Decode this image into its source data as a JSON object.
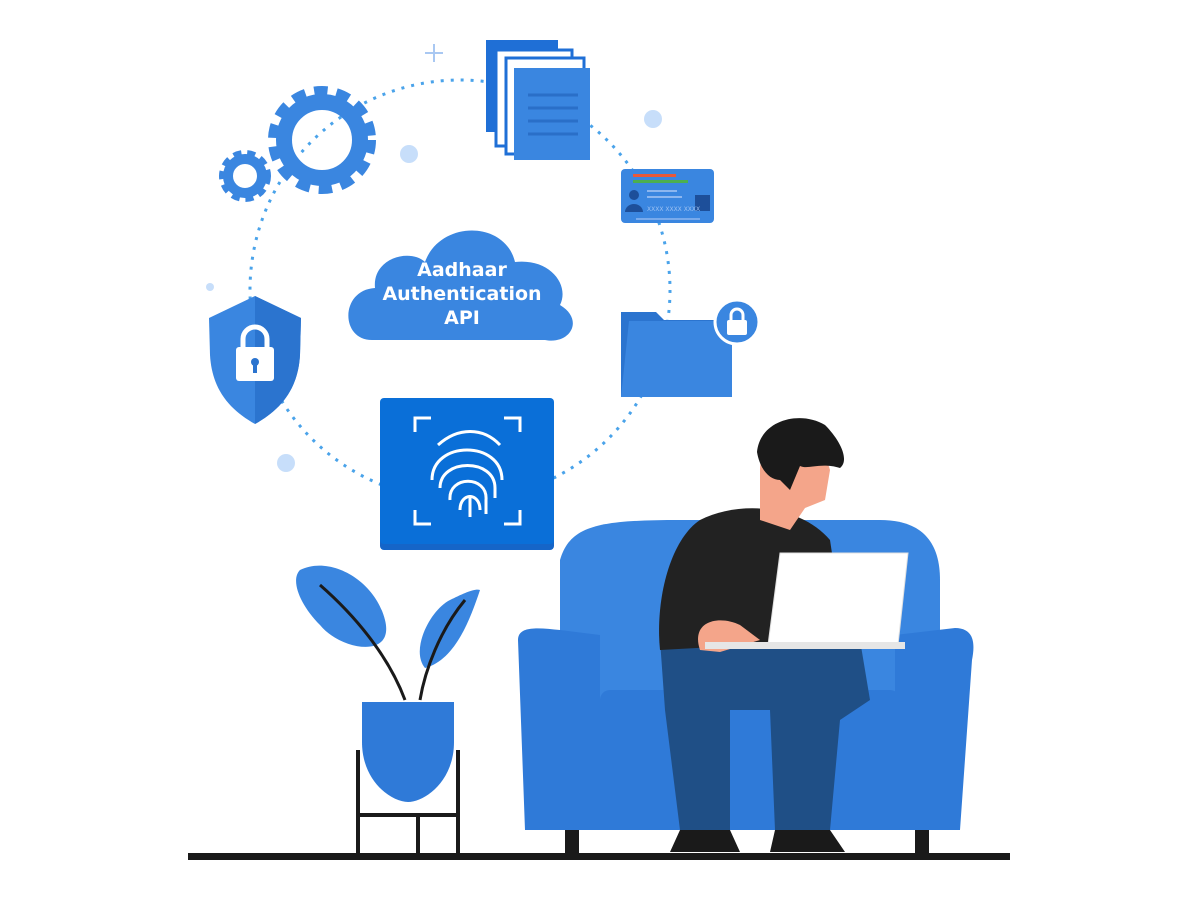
{
  "cloud": {
    "line1": "Aadhaar",
    "line2": "Authentication",
    "line3": "API"
  },
  "id_card": {
    "number_text": "XXXX XXXX XXXX"
  },
  "colors": {
    "primary_blue": "#3a86e0",
    "dark_blue": "#1565c8",
    "fingerprint_box": "#0a6fd8",
    "skin": "#f4a58a",
    "shirt": "#222222",
    "pants": "#1f4f86",
    "dots": "#4aa3ea"
  }
}
